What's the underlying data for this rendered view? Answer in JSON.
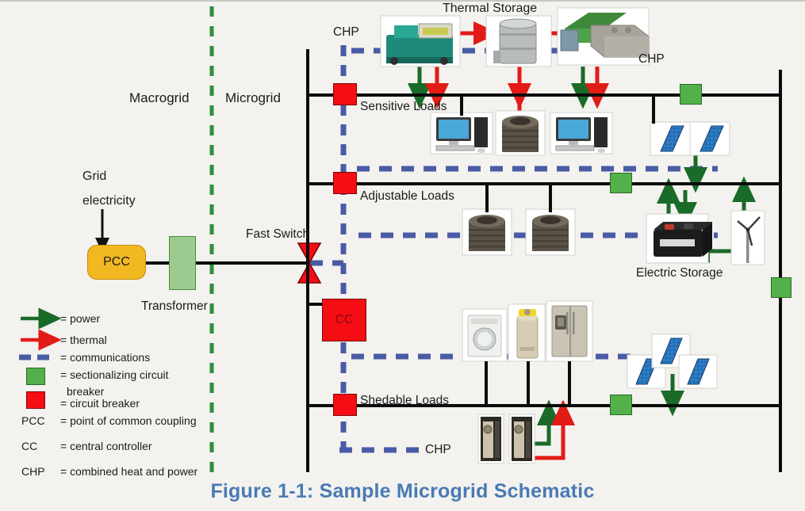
{
  "figure": {
    "caption": "Figure 1-1: Sample Microgrid Schematic"
  },
  "regions": {
    "macrogrid_label": "Macrogrid",
    "microgrid_label": "Microgrid"
  },
  "source": {
    "grid_line1": "Grid",
    "grid_line2": "electricity",
    "pcc_label": "PCC",
    "transformer_label": "Transformer",
    "fast_switch_label": "Fast Switch"
  },
  "controller": {
    "cc_label": "CC"
  },
  "buses": [
    {
      "name": "Sensitive Loads",
      "label": "Sensitive Loads"
    },
    {
      "name": "Adjustable Loads",
      "label": "Adjustable Loads"
    },
    {
      "name": "Shedable Loads",
      "label": "Shedable Loads"
    }
  ],
  "generation": {
    "chp_left_label": "CHP",
    "chp_right_label": "CHP",
    "chp_bottom_label": "CHP",
    "thermal_storage_label": "Thermal Storage",
    "electric_storage_label": "Electric Storage"
  },
  "legend": {
    "items": [
      {
        "key": "power",
        "symbol": "green-arrow-icon",
        "text": "= power"
      },
      {
        "key": "thermal",
        "symbol": "red-arrow-icon",
        "text": "= thermal"
      },
      {
        "key": "communications",
        "symbol": "blue-dashed-icon",
        "text": "= communications"
      },
      {
        "key": "sectionalizing",
        "symbol": "green-square-icon",
        "text": "= sectionalizing circuit",
        "text2": "breaker"
      },
      {
        "key": "circuit_breaker",
        "symbol": "red-square-icon",
        "text": "= circuit breaker"
      }
    ],
    "abbreviations": [
      {
        "abbr": "PCC",
        "text": "= point of common coupling"
      },
      {
        "abbr": "CC",
        "text": "= central controller"
      },
      {
        "abbr": "CHP",
        "text": "= combined heat and power"
      }
    ],
    "legend_breaker_extra": "breaker"
  },
  "colors": {
    "power_green": "#1a6b28",
    "thermal_red": "#e21b17",
    "comm_blue": "#4a5ba6",
    "sectionalizing_green": "#53b04a",
    "breaker_red": "#f40d12",
    "pcc_yellow": "#f2b822",
    "transformer_green": "#9ccb8f",
    "divider_green": "#2f8f3d",
    "caption_blue": "#4a7ab5",
    "bus_black": "#0b0b0b"
  },
  "equipment": {
    "chp_engine": "chp-engine-icon",
    "thermal_tank": "thermal-storage-tank-icon",
    "chp_unit_right": "chp-unit-icon",
    "computer": "desktop-computer-icon",
    "hvac": "hvac-condenser-icon",
    "pv_panel": "solar-panel-icon",
    "battery": "battery-icon",
    "wind_turbine": "wind-turbine-icon",
    "washer": "washing-machine-icon",
    "water_heater": "water-heater-icon",
    "fridge": "refrigerator-icon",
    "chp_small": "small-chp-unit-icon"
  }
}
